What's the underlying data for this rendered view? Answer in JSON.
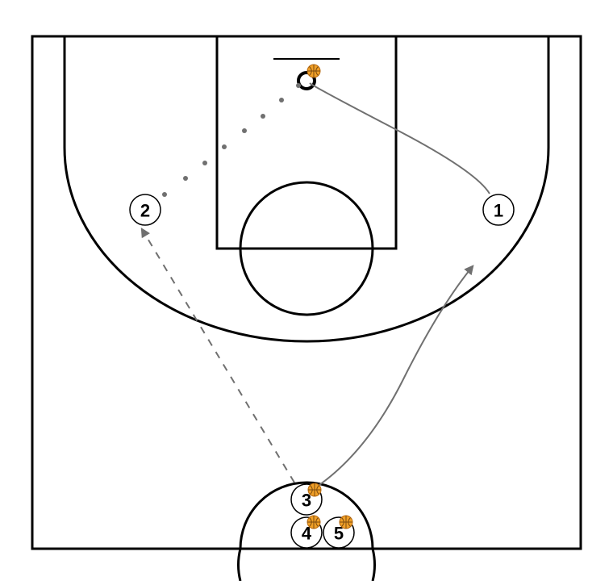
{
  "diagram": {
    "court_color": "#ffffff",
    "line_color": "#000000",
    "movement_color": "#707070",
    "ball_color": "#f0a028",
    "players": [
      {
        "id": "p1",
        "label": "1"
      },
      {
        "id": "p2",
        "label": "2"
      },
      {
        "id": "p3",
        "label": "3"
      },
      {
        "id": "p4",
        "label": "4"
      },
      {
        "id": "p5",
        "label": "5"
      }
    ],
    "actions": [
      {
        "type": "cut",
        "from": "1",
        "to": "basket",
        "icon": "solid-line"
      },
      {
        "type": "shot",
        "from": "2",
        "to": "basket",
        "icon": "dotted-line"
      },
      {
        "type": "pass",
        "from": "3",
        "to": "2",
        "icon": "dashed-arrow"
      },
      {
        "type": "cut",
        "from": "3",
        "to": "1",
        "icon": "solid-arrow"
      }
    ],
    "balls_held_by": [
      "3",
      "4",
      "5",
      "basket"
    ]
  }
}
